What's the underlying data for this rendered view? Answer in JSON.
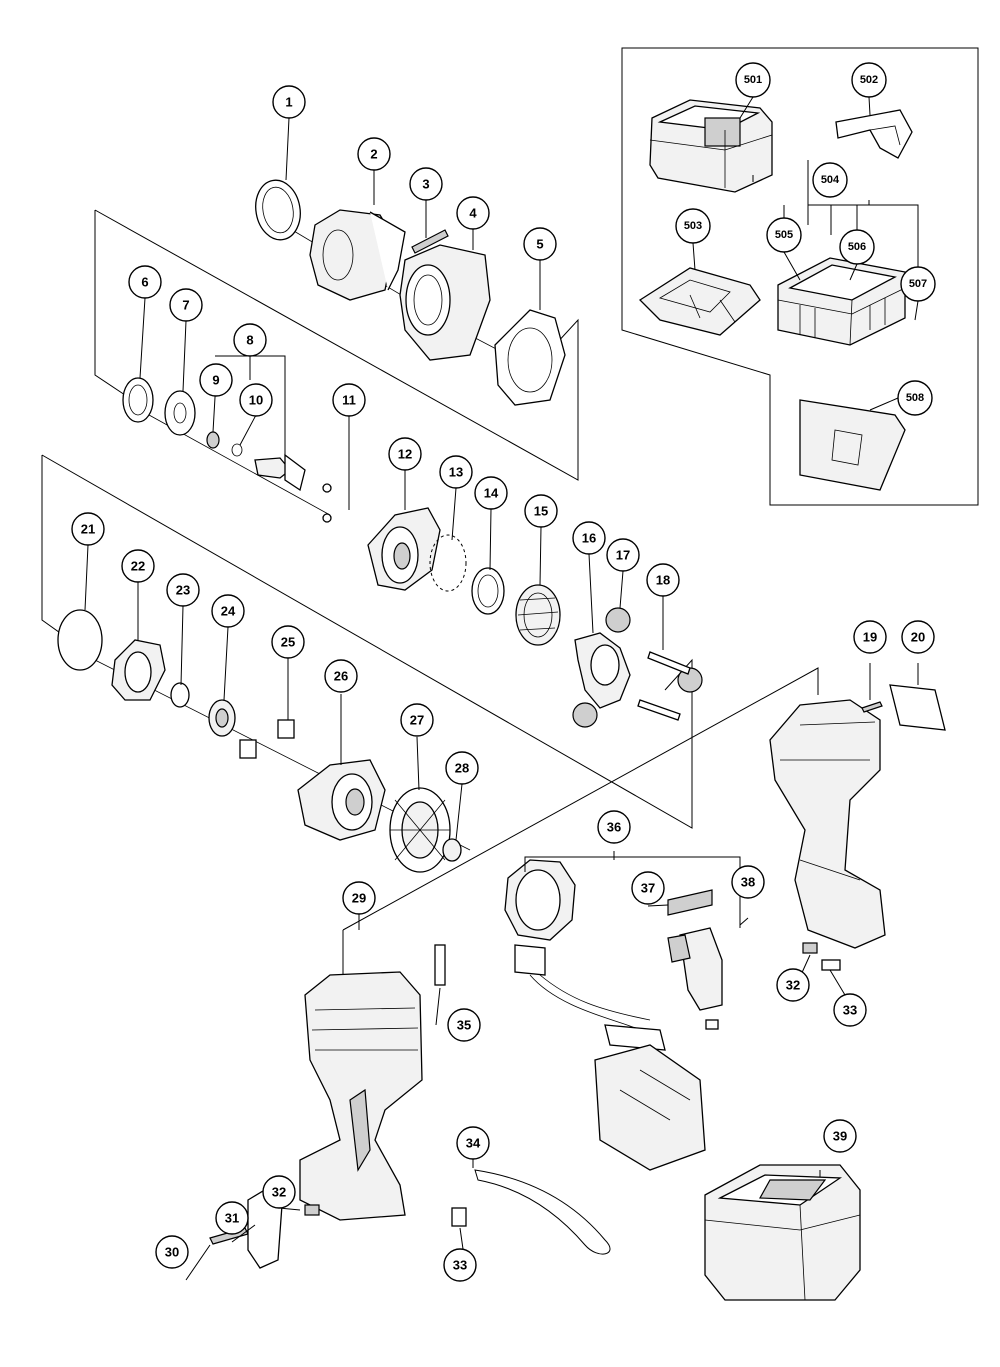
{
  "diagram": {
    "type": "exploded-parts-view",
    "part_labels": [
      "1",
      "2",
      "3",
      "4",
      "5",
      "6",
      "7",
      "8",
      "9",
      "10",
      "11",
      "12",
      "13",
      "14",
      "15",
      "16",
      "17",
      "18",
      "19",
      "20",
      "21",
      "22",
      "23",
      "24",
      "25",
      "26",
      "27",
      "28",
      "29",
      "30",
      "31",
      "32",
      "32",
      "33",
      "33",
      "34",
      "35",
      "36",
      "37",
      "38",
      "39",
      "501",
      "502",
      "503",
      "504",
      "505",
      "506",
      "507",
      "508"
    ]
  }
}
